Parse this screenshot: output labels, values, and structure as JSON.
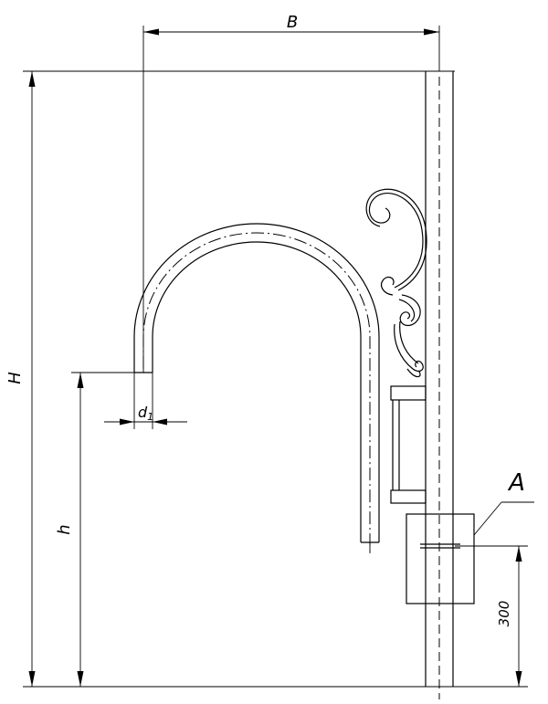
{
  "dimensions": {
    "width_label": "B",
    "height_label": "H",
    "lower_height_label": "h",
    "diameter_label_main": "d",
    "diameter_label_sub": "1",
    "offset_label": "300",
    "detail_label": "A"
  }
}
